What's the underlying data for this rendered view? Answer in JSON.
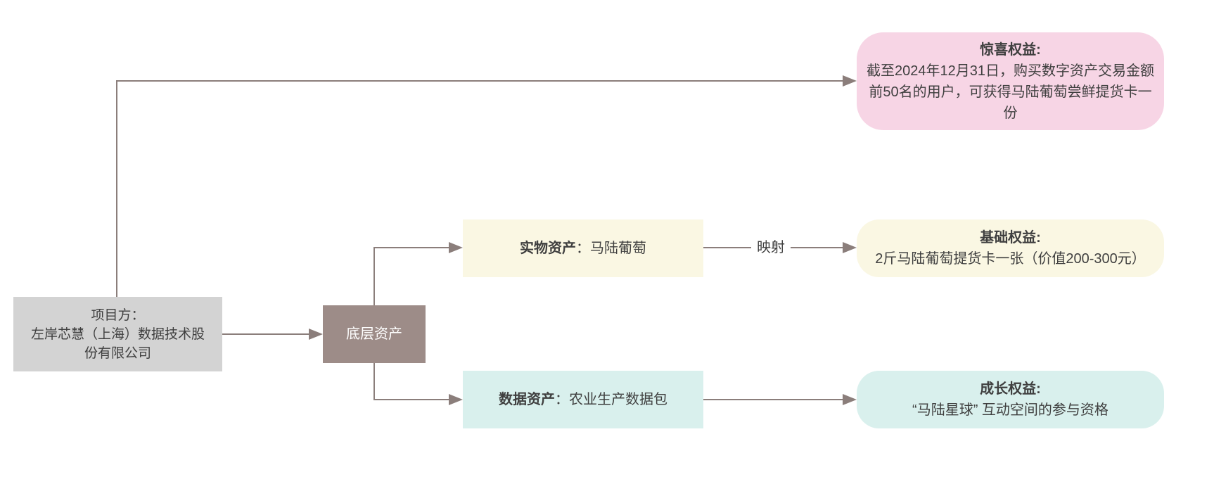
{
  "diagram": {
    "project": {
      "title": "项目方：",
      "name": "左岸芯慧（上海）数据技术股份有限公司"
    },
    "underlying": {
      "label": "底层资产"
    },
    "physical_asset": {
      "label": "实物资产",
      "value": "：马陆葡萄"
    },
    "data_asset": {
      "label": "数据资产",
      "value": "：农业生产数据包"
    },
    "mapping_label": "映射",
    "surprise_rights": {
      "title": "惊喜权益:",
      "lines": {
        "0": "截至2024年12月31日，购买数字资产交易金额",
        "1": "前50名的用户，可获得马陆葡萄尝鲜提货卡一份"
      }
    },
    "basic_rights": {
      "title": "基础权益:",
      "body": "2斤马陆葡萄提货卡一张（价值200-300元）"
    },
    "growth_rights": {
      "title": "成长权益:",
      "body": "“马陆星球” 互动空间的参与资格"
    },
    "colors": {
      "project_bg": "#d3d3d3",
      "underlying_bg": "#9d8c88",
      "cream_bg": "#faf7e3",
      "cyan_bg": "#d9f0ed",
      "pink_bg": "#f7d5e5",
      "connector": "#8b7e7b",
      "text": "#3f3f3f"
    }
  }
}
